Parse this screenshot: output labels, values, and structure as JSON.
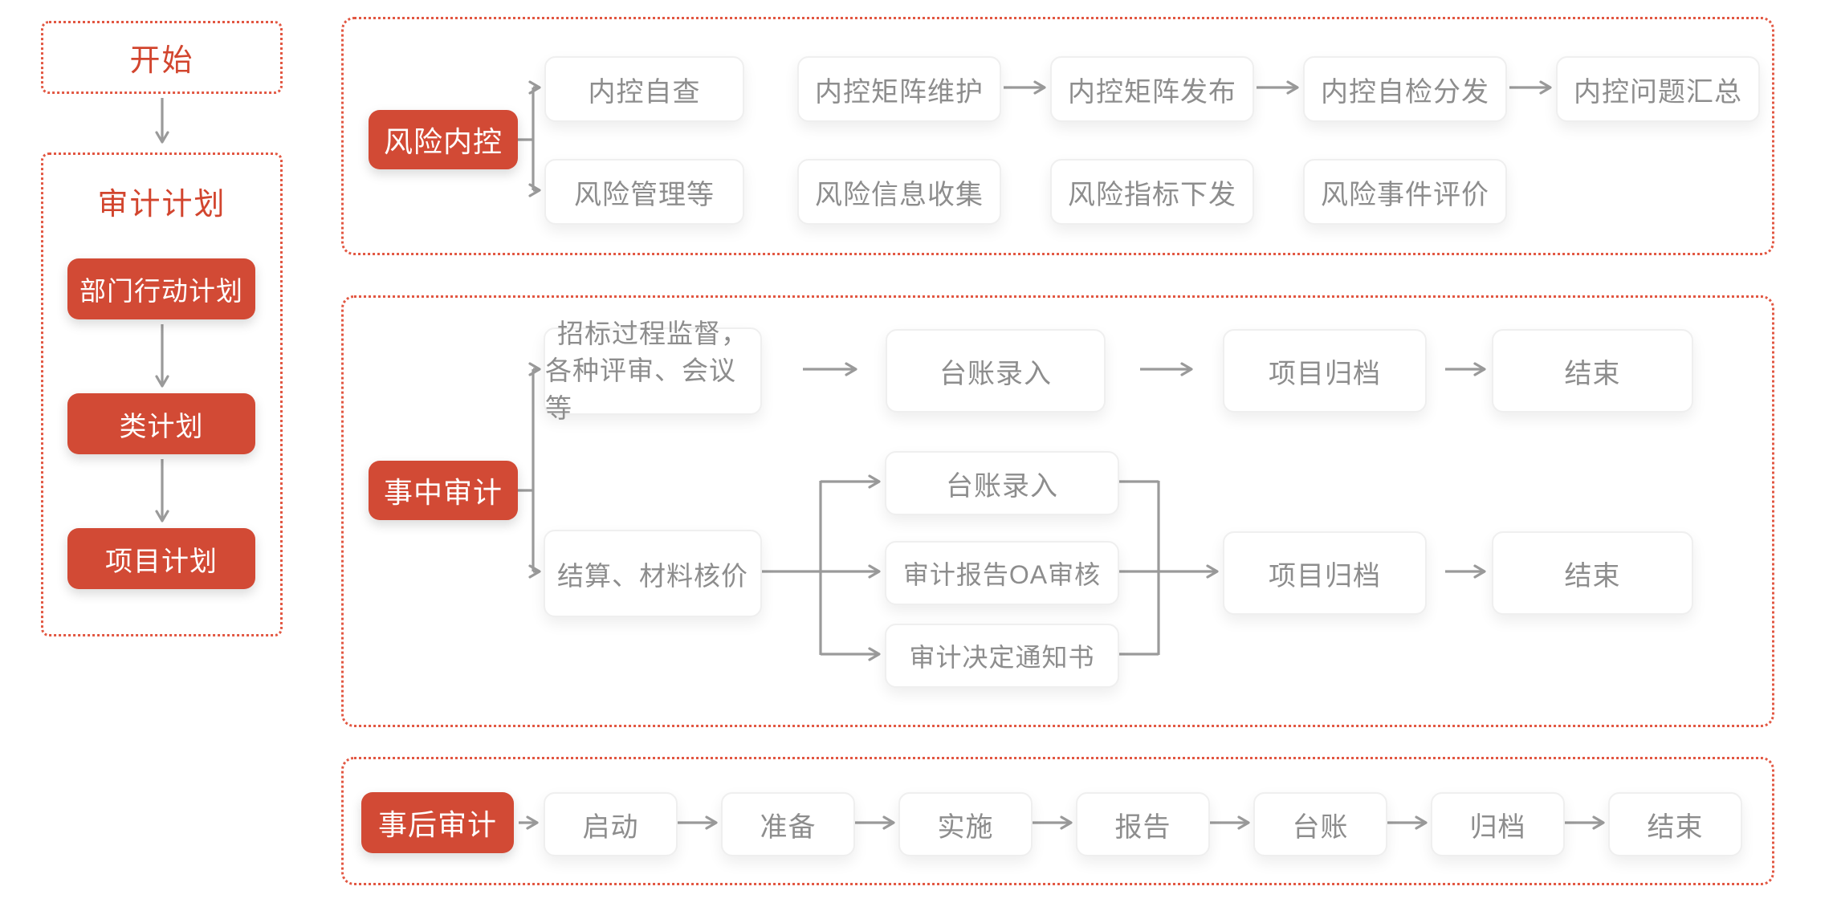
{
  "colors": {
    "accent_red": "#d24a35",
    "dashed_border_red": "#e25742",
    "node_text_gray": "#8d8d8d",
    "connector_gray": "#9a9a9a",
    "node_background": "#ffffff"
  },
  "left_column": {
    "start": "开始",
    "panel_title": "审计计划",
    "steps": [
      "部门行动计划",
      "类计划",
      "项目计划"
    ]
  },
  "risk_panel": {
    "root": "风险内控",
    "row1": [
      "内控自查",
      "内控矩阵维护",
      "内控矩阵发布",
      "内控自检分发",
      "内控问题汇总"
    ],
    "row2": [
      "风险管理等",
      "风险信息收集",
      "风险指标下发",
      "风险事件评价"
    ]
  },
  "inprocess_panel": {
    "root": "事中审计",
    "bid_supervision_line1": "招标过程监督，",
    "bid_supervision_line2": "各种评审、会议等",
    "bid_steps": [
      "台账录入",
      "项目归档",
      "结束"
    ],
    "settlement": "结算、材料核价",
    "settlement_parallel": [
      "台账录入",
      "审计报告OA审核",
      "审计决定通知书"
    ],
    "settlement_steps": [
      "项目归档",
      "结束"
    ]
  },
  "post_panel": {
    "root": "事后审计",
    "steps": [
      "启动",
      "准备",
      "实施",
      "报告",
      "台账",
      "归档",
      "结束"
    ]
  }
}
